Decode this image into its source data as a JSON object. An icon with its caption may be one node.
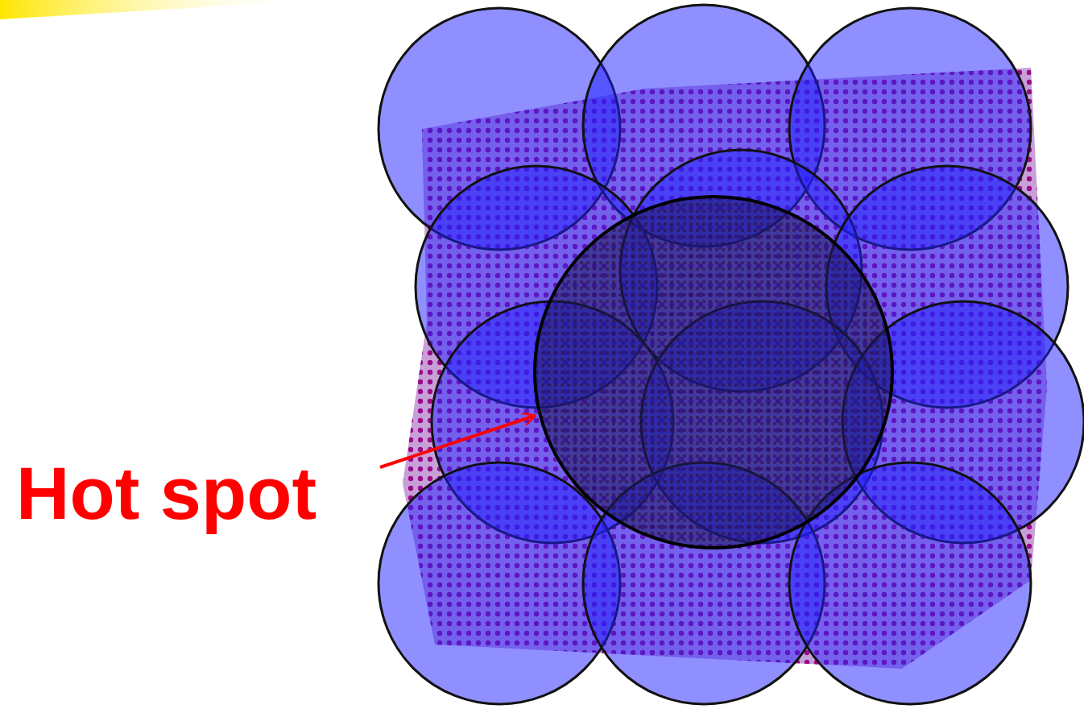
{
  "diagram": {
    "nodes": [
      {
        "text": [
          "Hot spot"
        ]
      },
      {
        "text": [],
        "shape": "ellipse"
      }
    ],
    "edges": [
      {
        "from": 0,
        "to": 1,
        "arrow": "to"
      }
    ]
  }
}
